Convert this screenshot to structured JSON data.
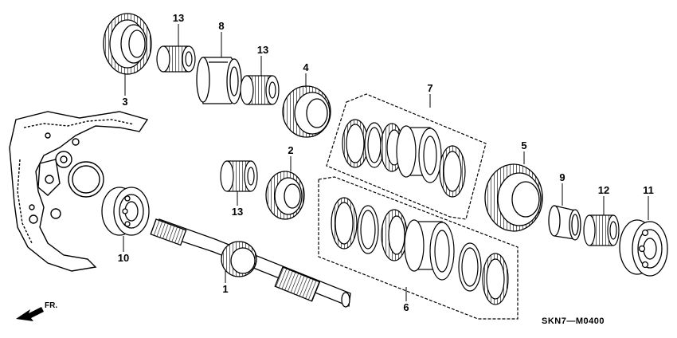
{
  "diagram_code": "SKN7—M0400",
  "direction_label": "FR.",
  "callouts": {
    "c1": "1",
    "c2": "2",
    "c3": "3",
    "c4": "4",
    "c5": "5",
    "c6": "6",
    "c7": "7",
    "c8": "8",
    "c9": "9",
    "c10": "10",
    "c11": "11",
    "c12": "12",
    "c13a": "13",
    "c13b": "13",
    "c13c": "13"
  },
  "colors": {
    "ink": "#000000",
    "paper": "#ffffff"
  }
}
